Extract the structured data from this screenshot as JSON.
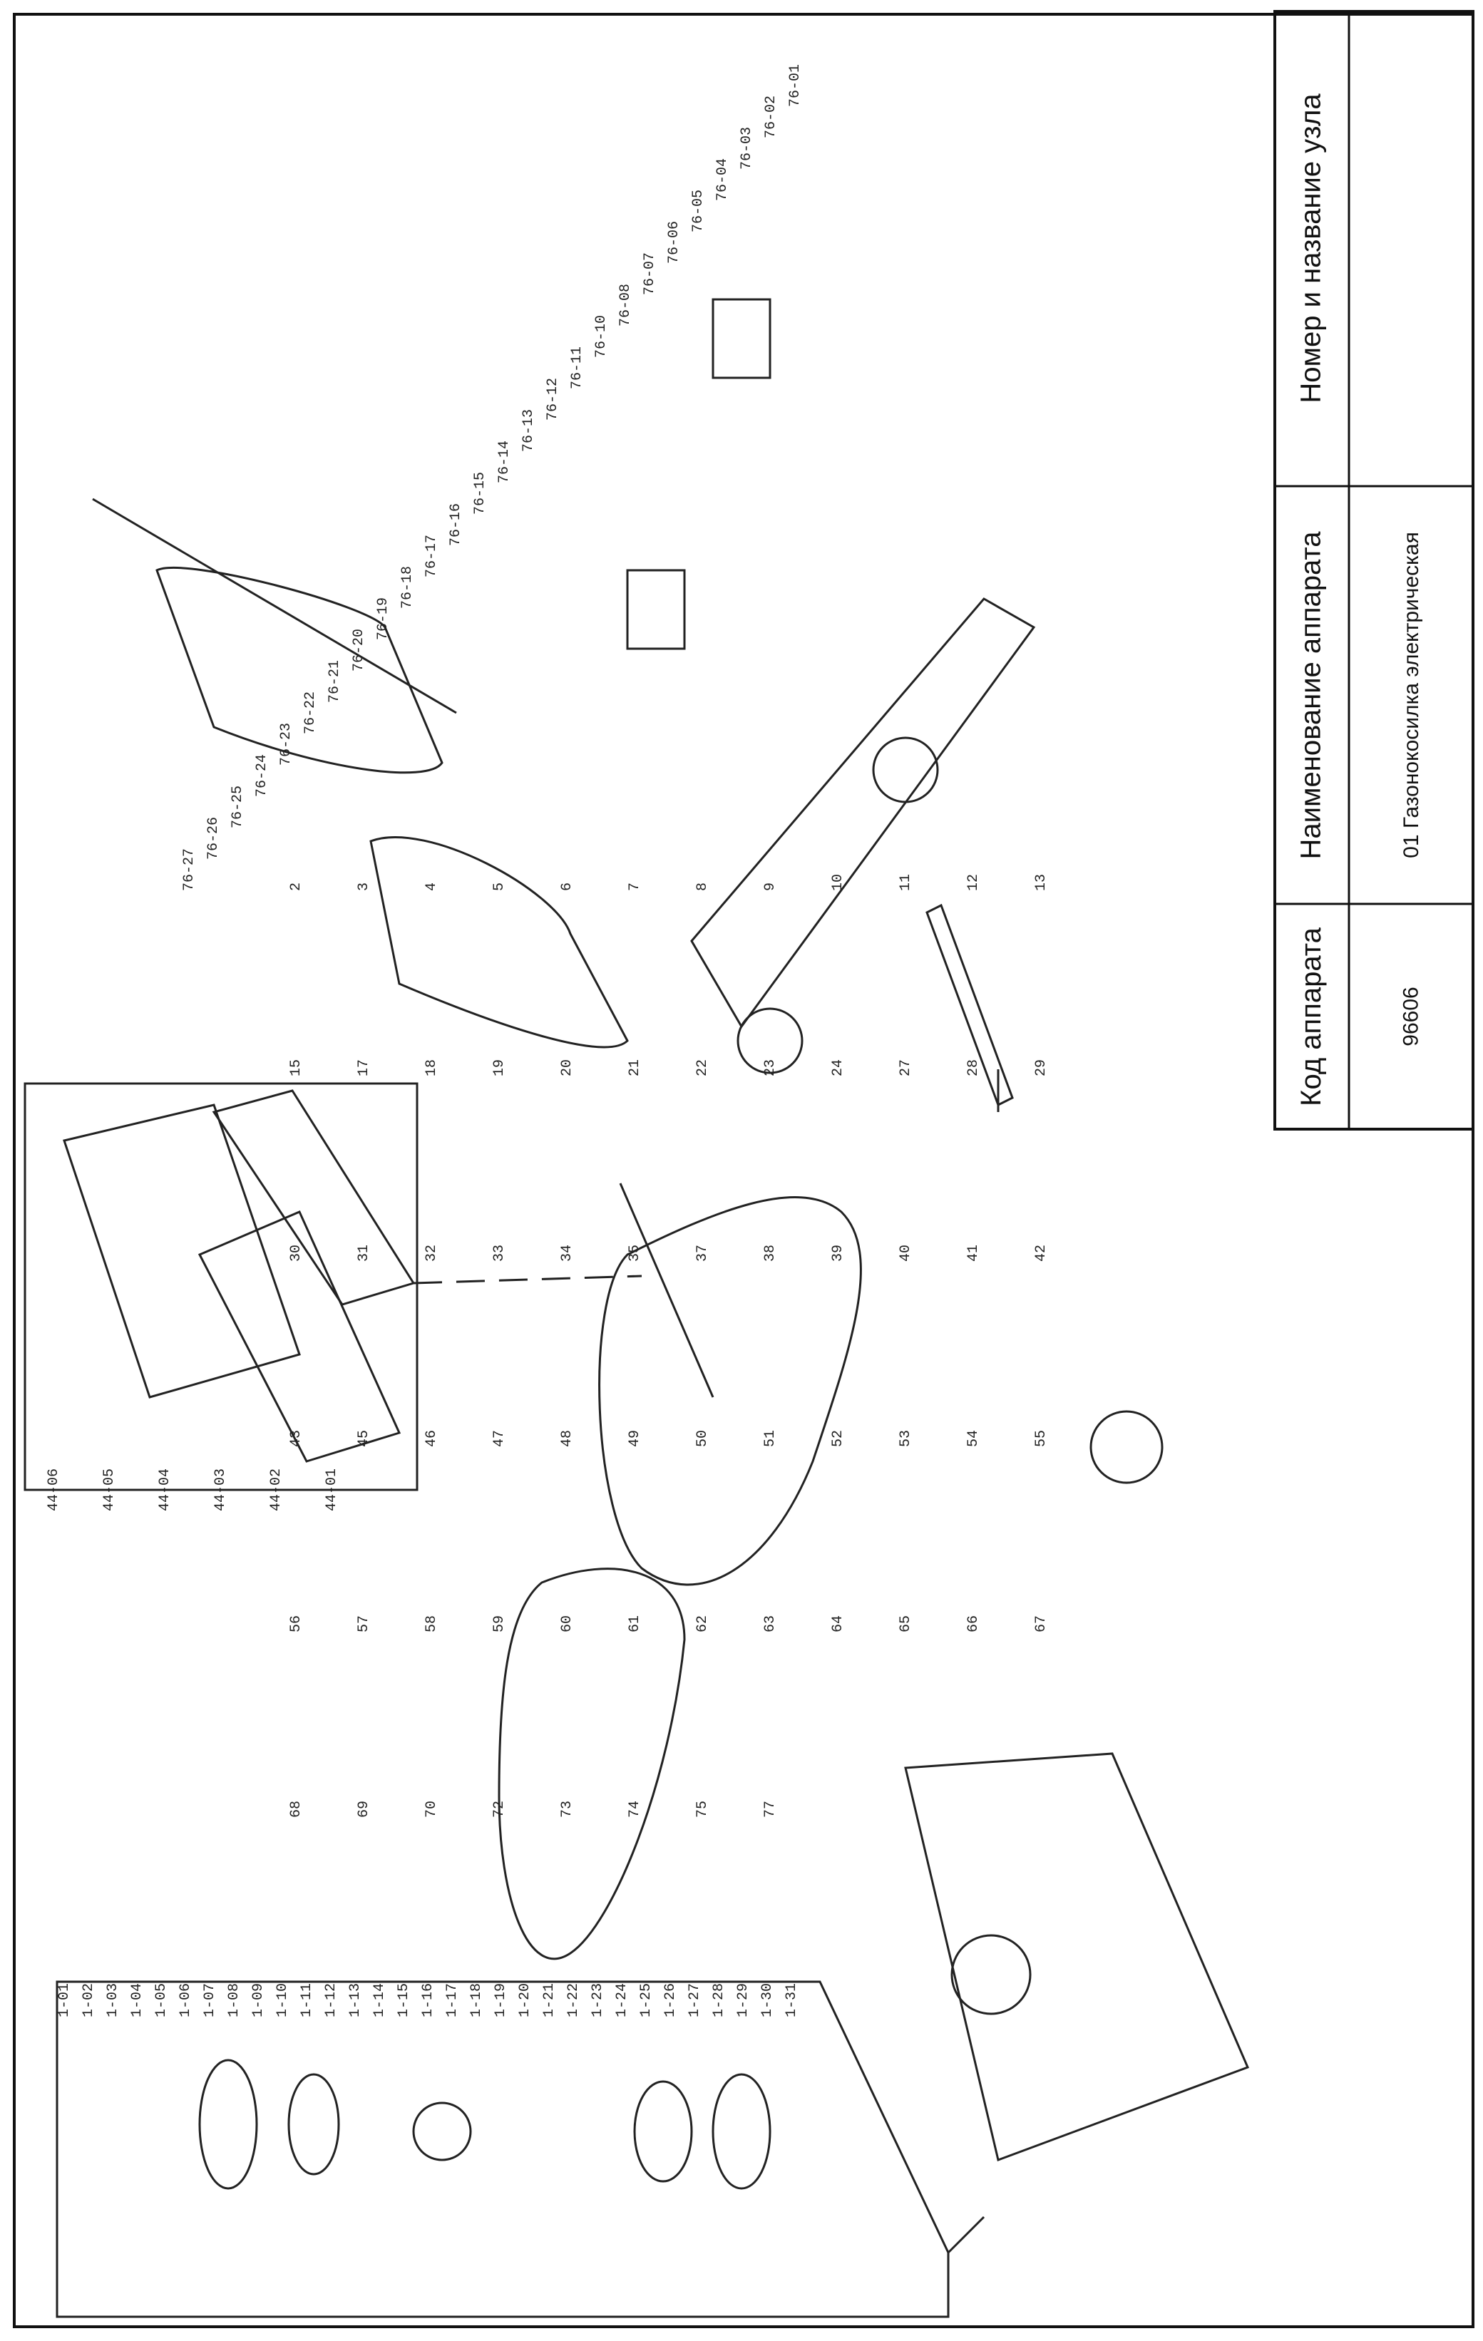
{
  "title_block": {
    "headers": {
      "code": "Код аппарата",
      "name": "Наименование аппарата",
      "node": "Номер и название узла"
    },
    "values": {
      "code": "96606",
      "name": "01 Газонокосилка электрическая",
      "node": ""
    }
  },
  "labels": {
    "motor": [
      "1-01",
      "1-02",
      "1-03",
      "1-04",
      "1-05",
      "1-06",
      "1-07",
      "1-08",
      "1-09",
      "1-10",
      "1-11",
      "1-12",
      "1-13",
      "1-14",
      "1-15",
      "1-16",
      "1-17",
      "1-18",
      "1-19",
      "1-20",
      "1-21",
      "1-22",
      "1-23",
      "1-24",
      "1-25",
      "1-26",
      "1-27",
      "1-28",
      "1-29",
      "1-30",
      "1-31"
    ],
    "bag": [
      "44-01",
      "44-02",
      "44-03",
      "44-04",
      "44-05",
      "44-06"
    ],
    "handle": [
      "76-01",
      "76-02",
      "76-03",
      "76-04",
      "76-05",
      "76-06",
      "76-07",
      "76-08",
      "76-10",
      "76-11",
      "76-12",
      "76-13",
      "76-14",
      "76-15",
      "76-16",
      "76-17",
      "76-18",
      "76-19",
      "76-20",
      "76-21",
      "76-22",
      "76-23",
      "76-24",
      "76-25",
      "76-26",
      "76-27"
    ],
    "parts": [
      "2",
      "3",
      "4",
      "5",
      "6",
      "7",
      "8",
      "9",
      "10",
      "11",
      "12",
      "13",
      "15",
      "17",
      "18",
      "19",
      "20",
      "21",
      "22",
      "23",
      "24",
      "27",
      "28",
      "29",
      "30",
      "31",
      "32",
      "33",
      "34",
      "35",
      "37",
      "38",
      "39",
      "40",
      "41",
      "42",
      "43",
      "45",
      "46",
      "47",
      "48",
      "49",
      "50",
      "51",
      "52",
      "53",
      "54",
      "55",
      "56",
      "57",
      "58",
      "59",
      "60",
      "61",
      "62",
      "63",
      "64",
      "65",
      "66",
      "67",
      "68",
      "69",
      "70",
      "72",
      "73",
      "74",
      "75",
      "77"
    ]
  }
}
